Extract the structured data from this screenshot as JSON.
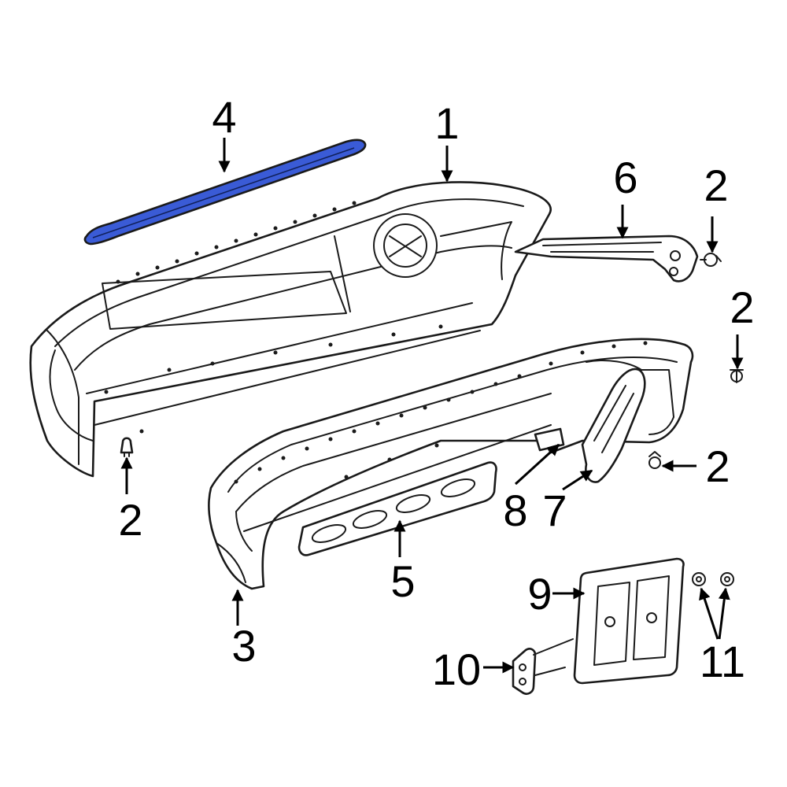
{
  "colors": {
    "highlight": "#3a5bd6",
    "line": "#1a1a1a",
    "background": "#ffffff"
  },
  "callouts": [
    {
      "id": "c1",
      "label": "1"
    },
    {
      "id": "c2a",
      "label": "2"
    },
    {
      "id": "c2b",
      "label": "2"
    },
    {
      "id": "c2c",
      "label": "2"
    },
    {
      "id": "c2d",
      "label": "2"
    },
    {
      "id": "c3",
      "label": "3"
    },
    {
      "id": "c4",
      "label": "4"
    },
    {
      "id": "c5",
      "label": "5"
    },
    {
      "id": "c6",
      "label": "6"
    },
    {
      "id": "c7",
      "label": "7"
    },
    {
      "id": "c8",
      "label": "8"
    },
    {
      "id": "c9",
      "label": "9"
    },
    {
      "id": "c10",
      "label": "10"
    },
    {
      "id": "c11",
      "label": "11"
    }
  ]
}
